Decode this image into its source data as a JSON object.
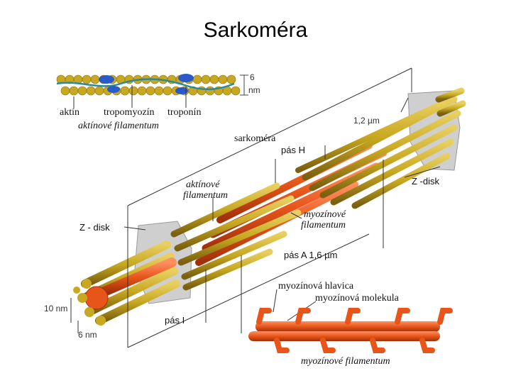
{
  "title": "Sarkoméra",
  "labels": {
    "actin": "aktín",
    "tropomyosin": "tropomyozín",
    "troponin": "troponín",
    "actin_filament_caption": "aktínové filamentum",
    "dim_6nm_top_value": "6",
    "dim_6nm_top_unit": "nm",
    "dim_1_2um": "1,2 µm",
    "sarcomere": "sarkoméra",
    "h_band": "pás H",
    "z_disk_right": "Z -disk",
    "actin_filament_line1": "aktínové",
    "actin_filament_line2": "filamentum",
    "myosin_filament_line1": "myozínové",
    "myosin_filament_line2": "filamentum",
    "z_disk_left": "Z - disk",
    "a_band": "pás A 1,6 µm",
    "myosin_head": "myozínová hlavica",
    "myosin_molecule": "myozínová molekula",
    "dim_10nm": "10 nm",
    "dim_6nm_bottom": "6 nm",
    "i_band": "pás I",
    "myosin_filament_caption": "myozínové filamentum"
  },
  "colors": {
    "actin": "#c8a820",
    "actin_dark": "#8a7010",
    "myosin": "#e8551a",
    "myosin_dark": "#b03a0a",
    "tropomyosin": "#2a8a9a",
    "troponin": "#2a5ac8",
    "zdisk": "#c9c9c9"
  }
}
